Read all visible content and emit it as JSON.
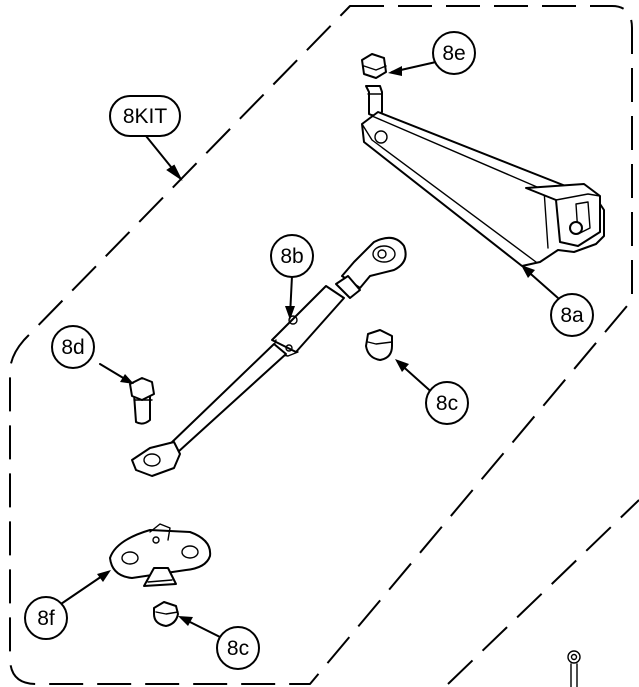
{
  "callouts": {
    "kit": "8KIT",
    "bracket": "8a",
    "gas_spring": "8b",
    "nut_right": "8c",
    "nut_bottom": "8c",
    "bolt_left": "8d",
    "bolt_top": "8e",
    "mount_bracket": "8f"
  }
}
